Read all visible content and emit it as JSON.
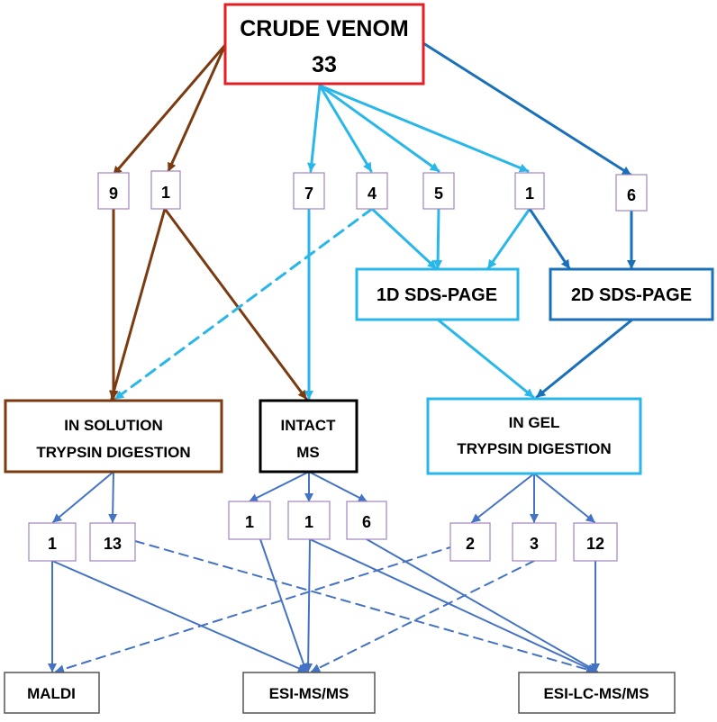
{
  "colors": {
    "red": "#e41e25",
    "brown": "#7b3b11",
    "light_blue": "#29b7ea",
    "dark_blue": "#1a70b8",
    "mid_blue": "#4472c4",
    "purple": "#a385c2",
    "black": "#000000"
  },
  "nodes": {
    "crude_venom": {
      "line1": "CRUDE VENOM",
      "line2": "33"
    },
    "c9": "9",
    "c1a": "1",
    "c7": "7",
    "c4": "4",
    "c5": "5",
    "c1b": "1",
    "c6top": "6",
    "sds1d": "1D SDS-PAGE",
    "sds2d": "2D SDS-PAGE",
    "in_solution": {
      "line1": "IN SOLUTION",
      "line2": "TRYPSIN DIGESTION"
    },
    "intact": {
      "line1": "INTACT",
      "line2": "MS"
    },
    "in_gel": {
      "line1": "IN GEL",
      "line2": "TRYPSIN DIGESTION"
    },
    "b1a": "1",
    "b13": "13",
    "b1b": "1",
    "b1c": "1",
    "b6": "6",
    "b2": "2",
    "b3": "3",
    "b12": "12",
    "maldi": "MALDI",
    "esi_ms": "ESI-MS/MS",
    "esi_lc": "ESI-LC-MS/MS"
  }
}
